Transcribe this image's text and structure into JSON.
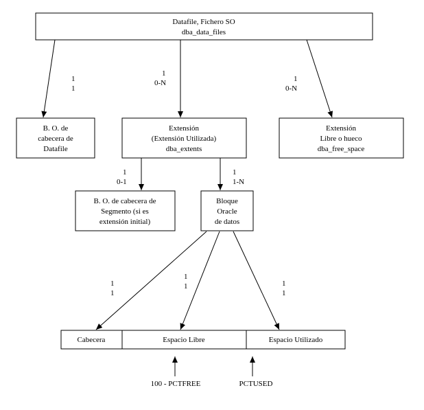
{
  "boxes": {
    "datafile": {
      "line1": "Datafile, Fichero SO",
      "line2": "dba_data_files"
    },
    "bo_datafile": {
      "line1": "B. O. de",
      "line2": "cabecera de",
      "line3": "Datafile"
    },
    "extension": {
      "line1": "Extensión",
      "line2": "(Extensión Utilizada)",
      "line3": "dba_extents"
    },
    "extension_libre": {
      "line1": "Extensión",
      "line2": "Libre o hueco",
      "line3": "dba_free_space"
    },
    "bo_segmento": {
      "line1": "B. O. de cabecera de",
      "line2": "Segmento (si es",
      "line3": "extensión initial)"
    },
    "bloque": {
      "line1": "Bloque",
      "line2": "Oracle",
      "line3": "de datos"
    },
    "cabecera": {
      "label": "Cabecera"
    },
    "espacio_libre": {
      "label": "Espacio Libre"
    },
    "espacio_utilizado": {
      "label": "Espacio Utilizado"
    }
  },
  "cardinalities": {
    "df_bo": {
      "top": "1",
      "bottom": "1"
    },
    "df_ext": {
      "top": "1",
      "bottom": "0-N"
    },
    "df_free": {
      "top": "1",
      "bottom": "0-N"
    },
    "ext_seg": {
      "top": "1",
      "bottom": "0-1"
    },
    "ext_blk": {
      "top": "1",
      "bottom": "1-N"
    },
    "blk_cab": {
      "top": "1",
      "bottom": "1"
    },
    "blk_lib": {
      "top": "1",
      "bottom": "1"
    },
    "blk_uti": {
      "top": "1",
      "bottom": "1"
    }
  },
  "markers": {
    "pctfree": "100 - PCTFREE",
    "pctused": "PCTUSED"
  }
}
